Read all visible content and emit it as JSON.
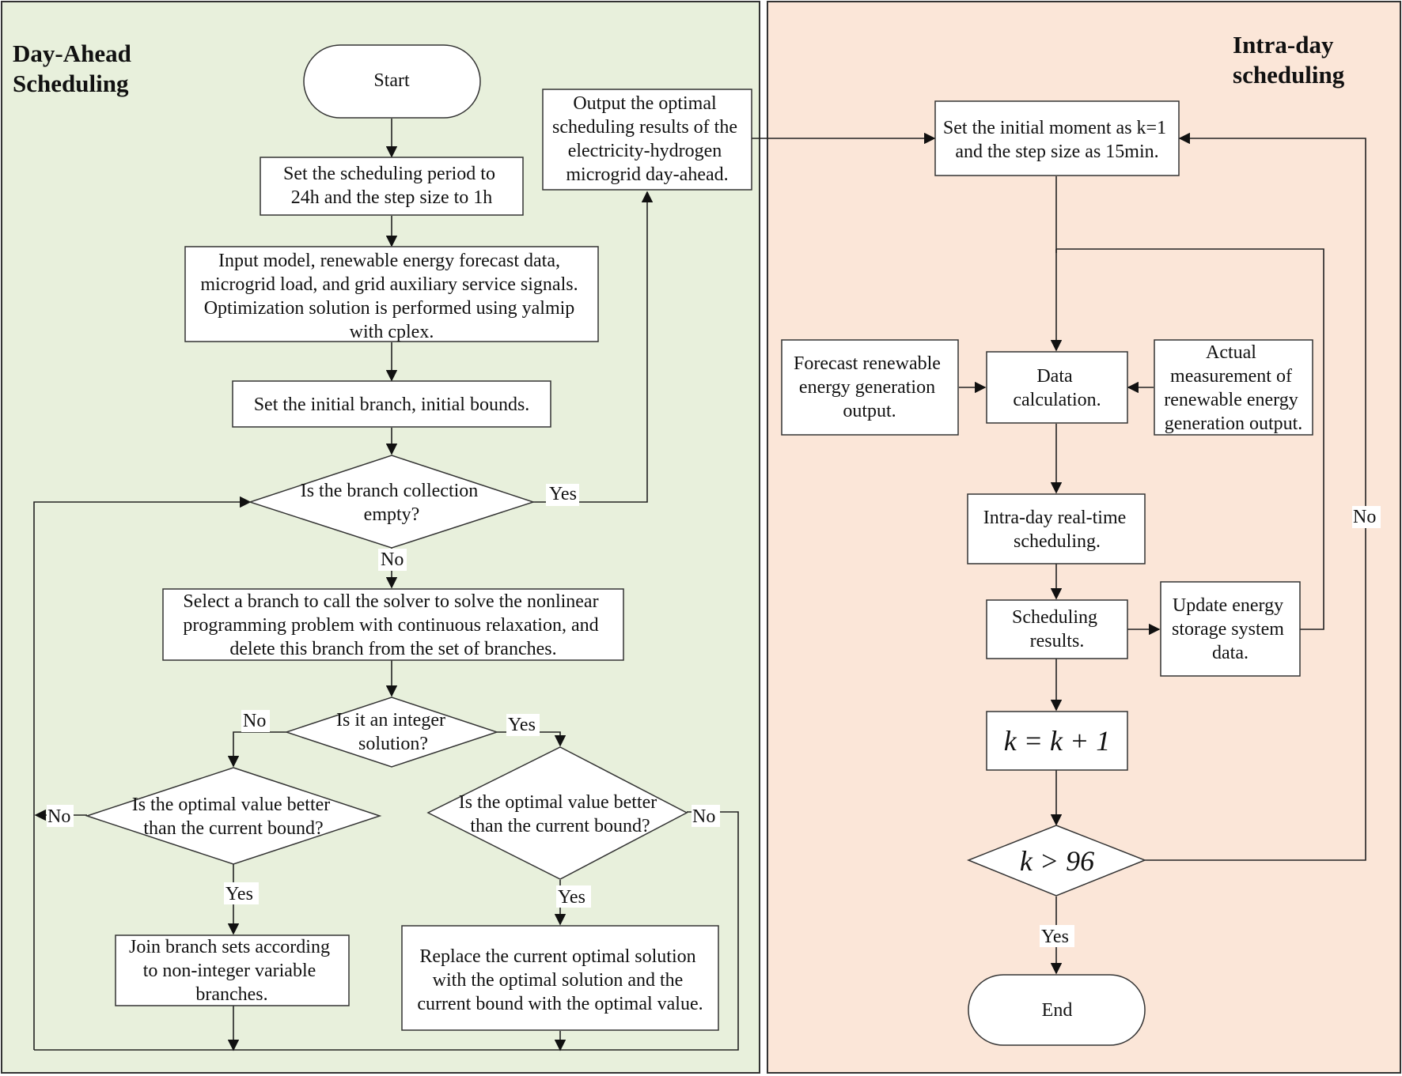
{
  "panels": {
    "left_title": [
      "Day-Ahead",
      "Scheduling"
    ],
    "right_title": [
      "Intra-day",
      "scheduling"
    ],
    "left_bg": "#e8f0dc",
    "right_bg": "#fbe6d8"
  },
  "nodes": {
    "start": [
      "Start"
    ],
    "set_period": [
      "Set the scheduling period to",
      "24h and the step size to 1h"
    ],
    "input_model": [
      "Input model, renewable energy forecast data,",
      "microgrid load, and grid auxiliary service signals.",
      "Optimization solution is performed using yalmip",
      "with cplex."
    ],
    "set_branch": [
      "Set the initial branch, initial bounds."
    ],
    "branch_empty": [
      "Is the branch collection",
      "empty?"
    ],
    "output_results": [
      "Output the optimal",
      "scheduling results of the",
      "electricity-hydrogen",
      "microgrid day-ahead."
    ],
    "select_branch": [
      "Select a branch to call the solver to solve the nonlinear",
      "programming problem with continuous relaxation, and",
      "delete this branch from the set of branches."
    ],
    "integer_solution": [
      "Is it an integer",
      "solution?"
    ],
    "optimal_better_left": [
      "Is the optimal value better",
      "than the current bound?"
    ],
    "optimal_better_right": [
      "Is the optimal value better",
      "than the current bound?"
    ],
    "join_branch": [
      "Join branch sets according",
      "to non-integer variable",
      "branches."
    ],
    "replace_solution": [
      "Replace the current optimal solution",
      "with the optimal solution and the",
      "current bound with the optimal value."
    ],
    "set_initial_moment": [
      "Set the initial moment as k=1",
      "and the step size as 15min."
    ],
    "forecast": [
      "Forecast renewable",
      "energy generation",
      "output."
    ],
    "data_calc": [
      "Data",
      "calculation."
    ],
    "actual_measure": [
      "Actual",
      "measurement of",
      "renewable energy",
      "generation output."
    ],
    "intraday_realtime": [
      "Intra-day real-time",
      "scheduling."
    ],
    "scheduling_results": [
      "Scheduling",
      "results."
    ],
    "update_storage": [
      "Update energy",
      "storage system",
      "data."
    ],
    "k_increment": [
      "k = k + 1"
    ],
    "k_compare": [
      "k > 96"
    ],
    "end": [
      "End"
    ]
  },
  "edge_labels": {
    "yes_empty": "Yes",
    "no_empty": "No",
    "no_integer": "No",
    "yes_integer": "Yes",
    "no_left": "No",
    "yes_left": "Yes",
    "no_right": "No",
    "yes_right": "Yes",
    "no_k": "No",
    "yes_k": "Yes"
  }
}
